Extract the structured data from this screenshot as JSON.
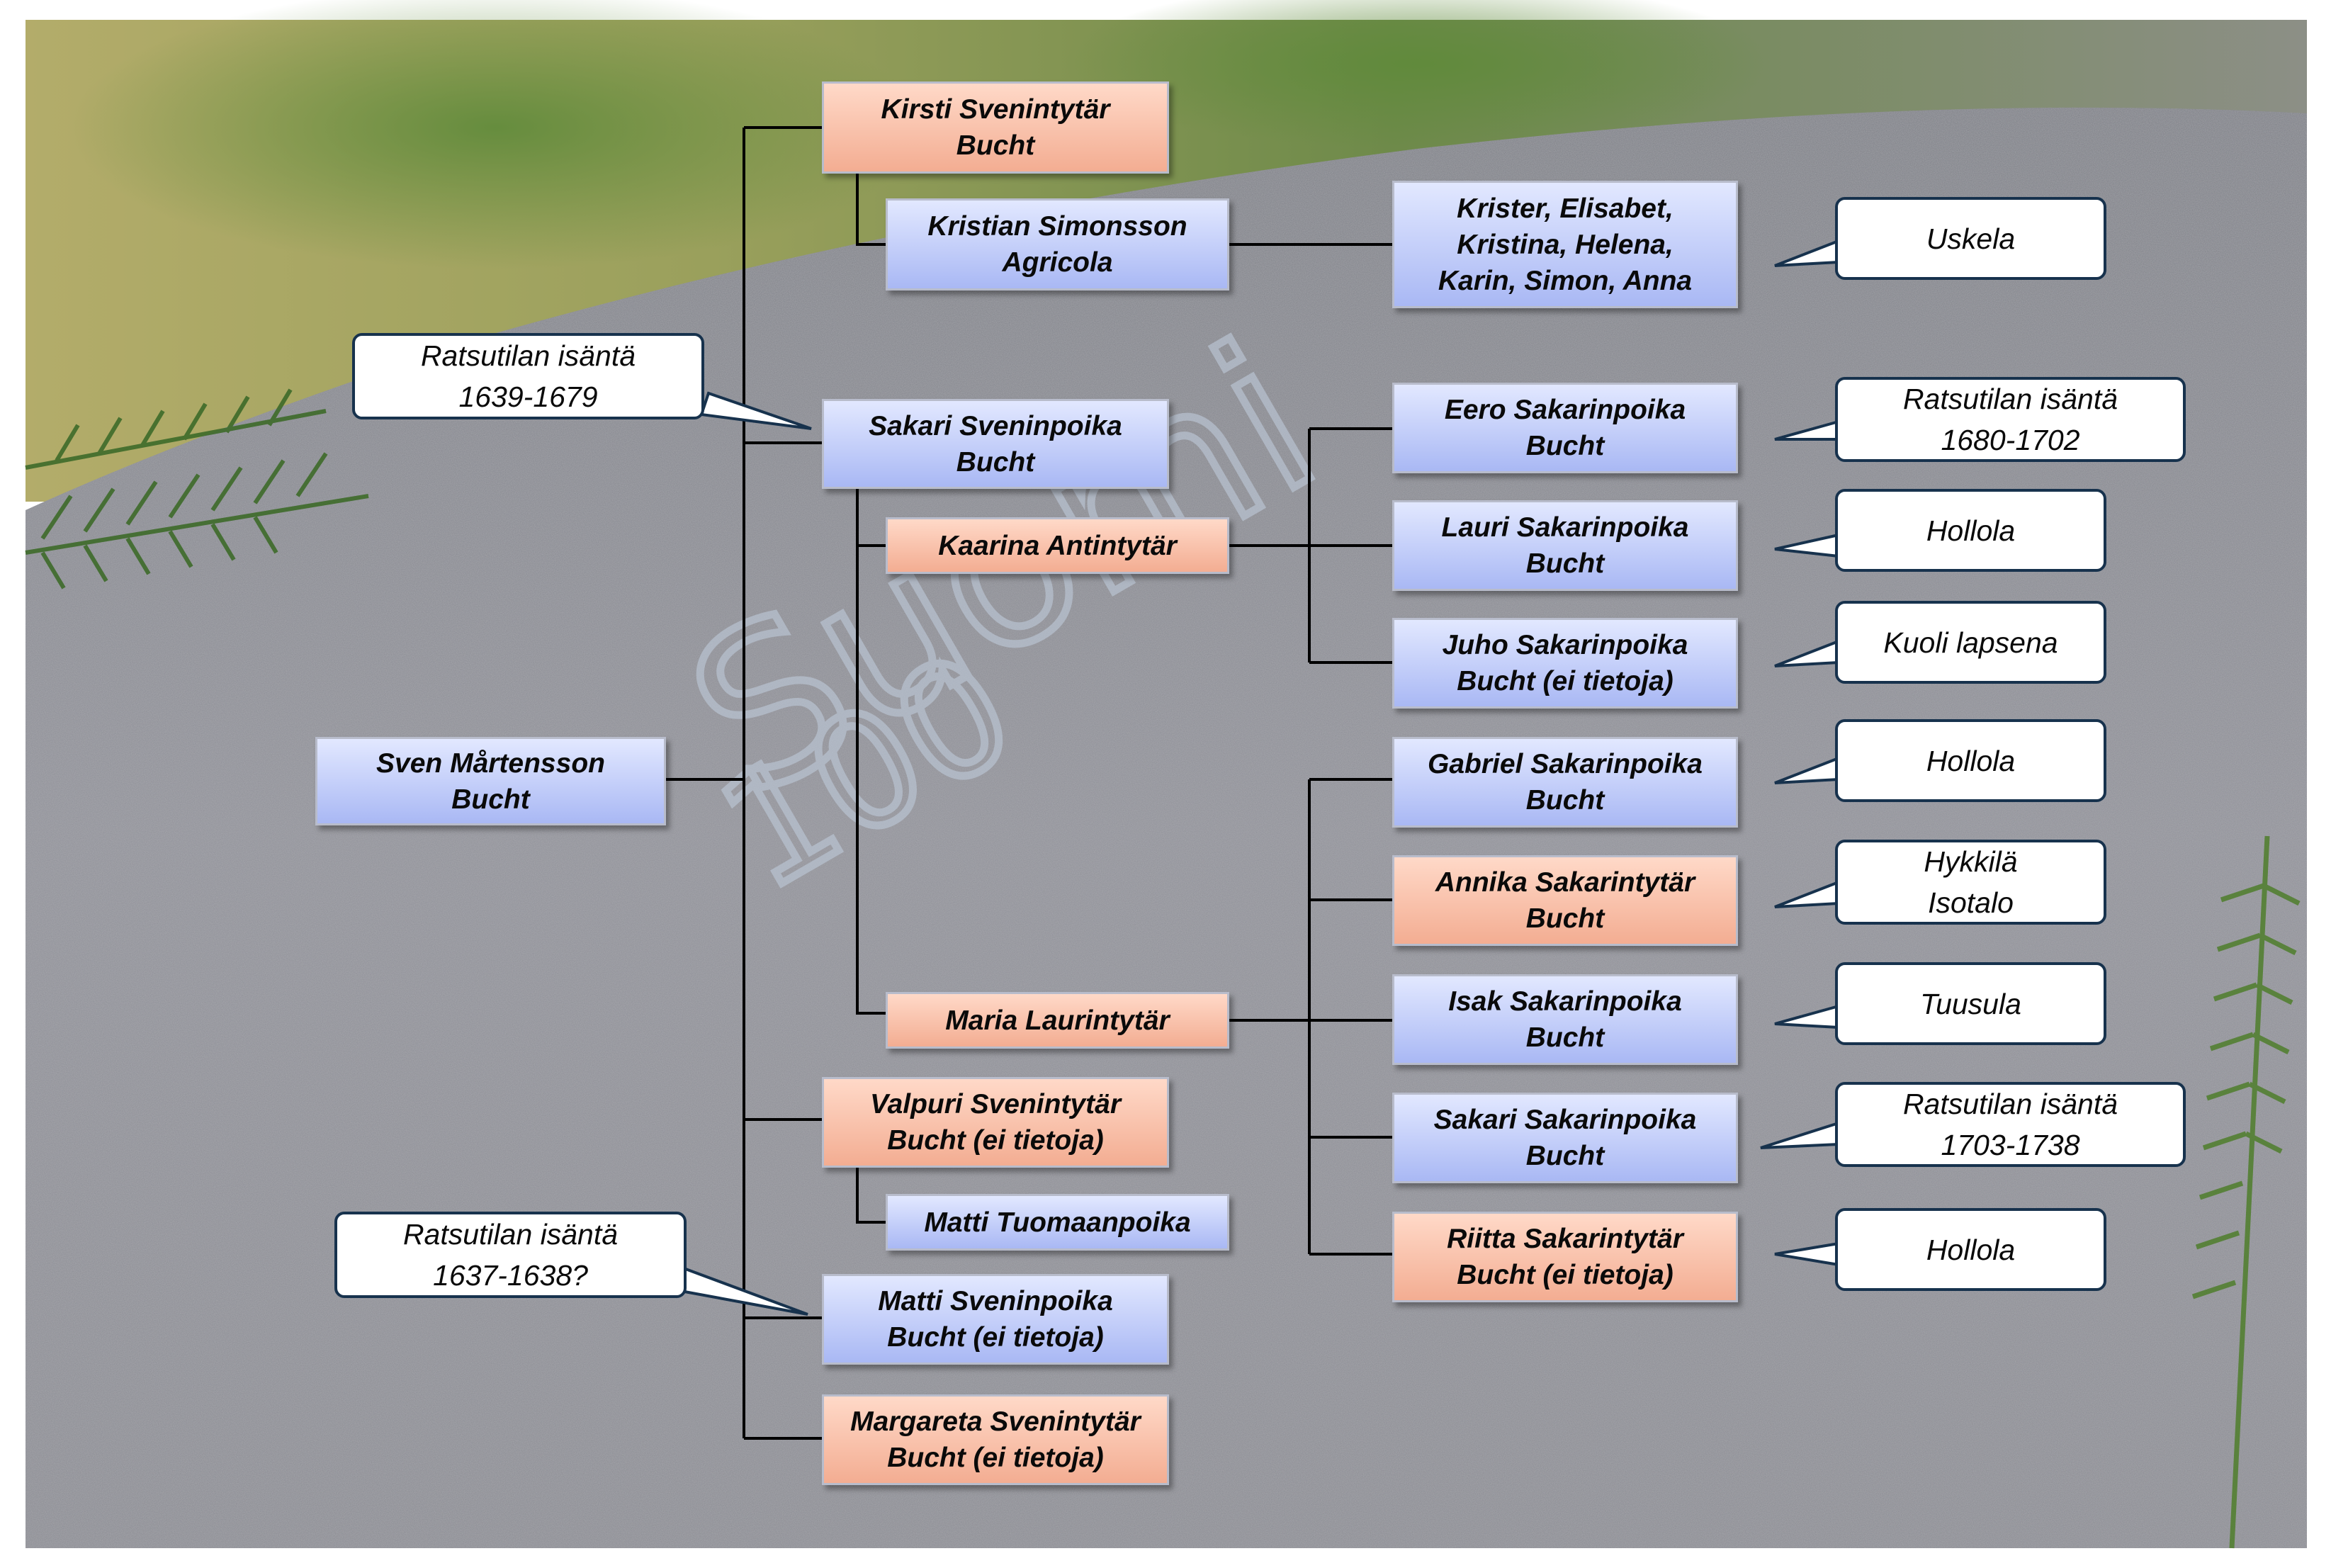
{
  "persons": {
    "sven": "Sven Mårtensson\nBucht",
    "kirsti": "Kirsti Svenintytär\nBucht",
    "kristian": "Kristian Simonsson\nAgricola",
    "kristian_children": "Krister, Elisabet,\nKristina, Helena,\nKarin, Simon, Anna",
    "sakari": "Sakari Sveninpoika\nBucht",
    "kaarina": "Kaarina Antintytär",
    "maria": "Maria Laurintytär",
    "eero": "Eero Sakarinpoika\nBucht",
    "lauri": "Lauri Sakarinpoika\nBucht",
    "juho": "Juho Sakarinpoika\nBucht (ei tietoja)",
    "gabriel": "Gabriel Sakarinpoika\nBucht",
    "annika": "Annika Sakarintytär\nBucht",
    "isak": "Isak Sakarinpoika\nBucht",
    "sakari_jr": "Sakari Sakarinpoika\nBucht",
    "riitta": "Riitta Sakarintytär\nBucht (ei tietoja)",
    "valpuri": "Valpuri Svenintytär\nBucht (ei tietoja)",
    "matti_t": "Matti Tuomaanpoika",
    "matti_s": "Matti Sveninpoika\nBucht (ei tietoja)",
    "margareta": "Margareta Svenintytär\nBucht (ei tietoja)"
  },
  "callouts": {
    "uskela": "Uskela",
    "sakari_isanta": "Ratsutilan isäntä\n1639-1679",
    "eero_isanta": "Ratsutilan isäntä\n1680-1702",
    "lauri_place": "Hollola",
    "juho_note": "Kuoli lapsena",
    "gabriel_place": "Hollola",
    "annika_place": "Hykkilä\nIsotalo",
    "isak_place": "Tuusula",
    "sakari_jr_isanta": "Ratsutilan isäntä\n1703-1738",
    "riitta_place": "Hollola",
    "matti_isanta": "Ratsutilan isäntä\n1637-1638?"
  },
  "stone_engraving": {
    "line1": "Suomi",
    "line2": "100"
  },
  "colors": {
    "male_box": "#b4c2f6",
    "female_box": "#f5b9a0",
    "connector": "#000000",
    "callout_border": "#17324d"
  }
}
